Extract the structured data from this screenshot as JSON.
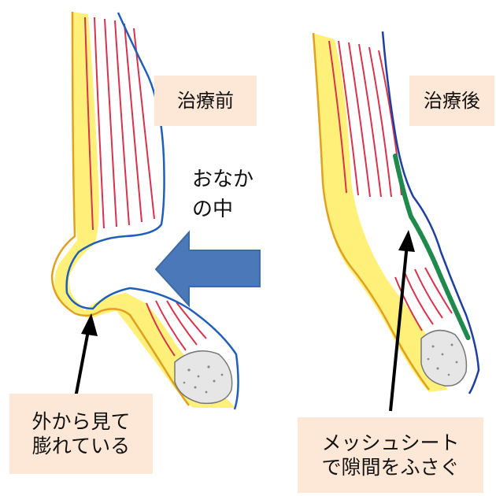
{
  "labels": {
    "before": "治療前",
    "after": "治療後",
    "abdomen_line1": "おなか",
    "abdomen_line2": "の中",
    "bulge_line1": "外から見て",
    "bulge_line2": "膨れている",
    "mesh_line1": "メッシュシート",
    "mesh_line2": "で隙間をふさぐ"
  },
  "colors": {
    "fat_fill": "#fff07a",
    "fat_edge": "#e0a020",
    "muscle_fiber": "#d8334d",
    "peritoneum": "#1f5fb8",
    "mesh": "#1f8a4c",
    "arrow_fill": "#4a78b8",
    "label_bg": "#fde7d6",
    "bone_fill": "#e6e6e6"
  }
}
